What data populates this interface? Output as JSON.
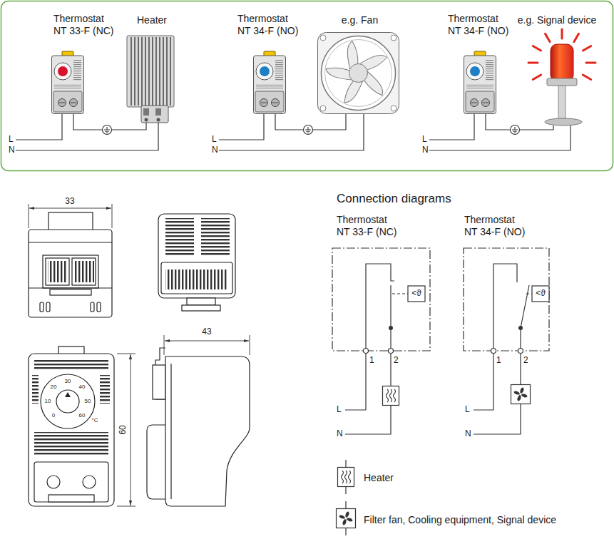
{
  "diagram": {
    "nodes": [
      {
        "text": [
          "Thermostat NT 33-F (NC)"
        ]
      },
      {
        "text": [
          "Heater"
        ]
      },
      {
        "text": [
          "Thermostat NT 34-F (NO)"
        ]
      },
      {
        "text": [
          "e.g. Fan"
        ]
      },
      {
        "text": [
          "Thermostat NT 34-F (NO)"
        ]
      },
      {
        "text": [
          "e.g. Signal device"
        ]
      },
      {
        "text": [
          "Thermostat NT 33-F (NC)"
        ]
      },
      {
        "text": [
          "Thermostat NT 34-F (NO)"
        ]
      }
    ],
    "edges": [
      {
        "from": 0,
        "to": 1,
        "arrow": "none"
      },
      {
        "from": 2,
        "to": 3,
        "arrow": "none"
      },
      {
        "from": 4,
        "to": 5,
        "arrow": "none"
      }
    ],
    "labels": [
      "L",
      "N",
      "L",
      "N",
      "L",
      "N",
      "33",
      "20",
      "30",
      "40",
      "10",
      "50",
      "0",
      "60",
      "°C",
      "60",
      "43",
      "Connection diagrams",
      "<ϑ",
      "1",
      "2",
      "L",
      "N",
      "<ϑ",
      "1",
      "2",
      "L",
      "N"
    ],
    "legend": [
      {
        "text": "Heater"
      },
      {
        "text": "Filter fan, Cooling equipment, Signal device"
      }
    ]
  }
}
